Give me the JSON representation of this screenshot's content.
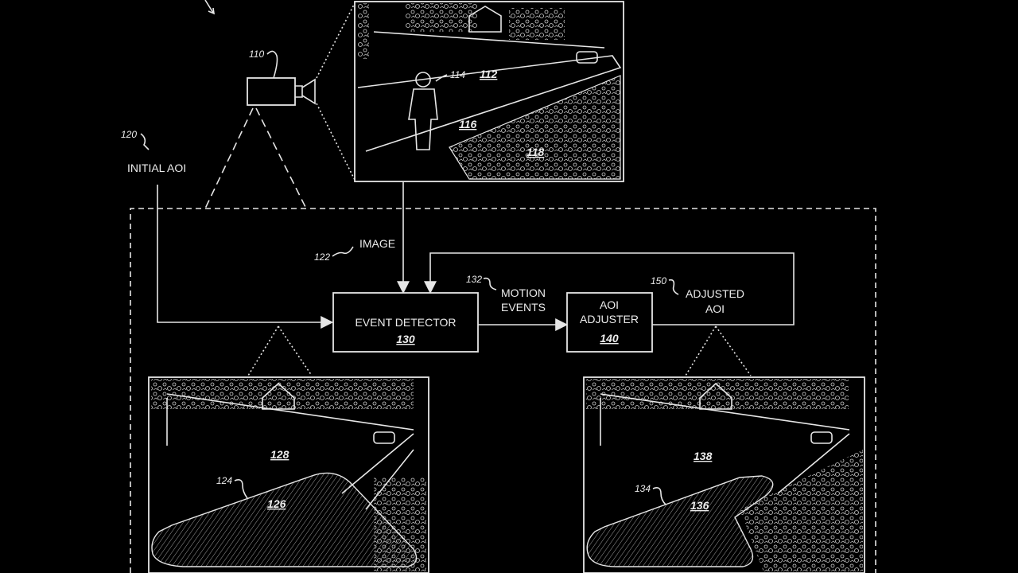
{
  "labels": {
    "initial_aoi": "INITIAL AOI",
    "image": "IMAGE",
    "motion_events_1": "MOTION",
    "motion_events_2": "EVENTS",
    "adjusted_aoi_1": "ADJUSTED",
    "adjusted_aoi_2": "AOI",
    "event_detector": "EVENT DETECTOR",
    "aoi_adjuster_1": "AOI",
    "aoi_adjuster_2": "ADJUSTER"
  },
  "refs": {
    "camera": "110",
    "initial_aoi": "120",
    "image": "122",
    "person": "114",
    "scene": "112",
    "road": "116",
    "lawn": "118",
    "event_detector": "130",
    "motion_events": "132",
    "aoi_adjuster": "140",
    "adjusted_aoi": "150",
    "initial_scene": "128",
    "initial_region_lead": "124",
    "initial_region": "126",
    "adjusted_scene": "138",
    "adjusted_region_lead": "134",
    "adjusted_region": "136"
  }
}
